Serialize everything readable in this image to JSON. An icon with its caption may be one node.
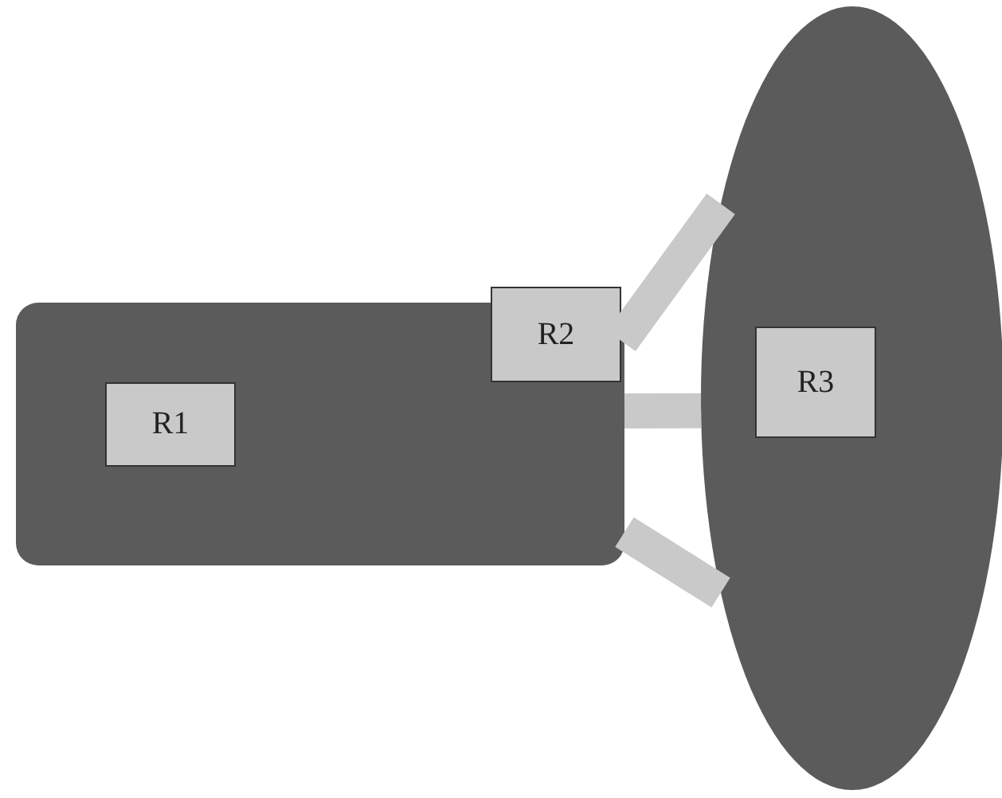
{
  "diagram": {
    "nodes": [
      {
        "text": [],
        "shape": "box"
      },
      {
        "text": [
          "R1"
        ],
        "in": 0
      },
      {
        "text": [
          "R2"
        ]
      },
      {
        "text": [],
        "shape": "ellipse"
      },
      {
        "text": [
          "R3"
        ],
        "in": 3
      }
    ],
    "edges": [
      {
        "from": 2,
        "to": 3,
        "arrow": "none"
      },
      {
        "from": 0,
        "to": 3,
        "arrow": "none"
      },
      {
        "from": 0,
        "to": 3,
        "arrow": "none"
      }
    ]
  }
}
